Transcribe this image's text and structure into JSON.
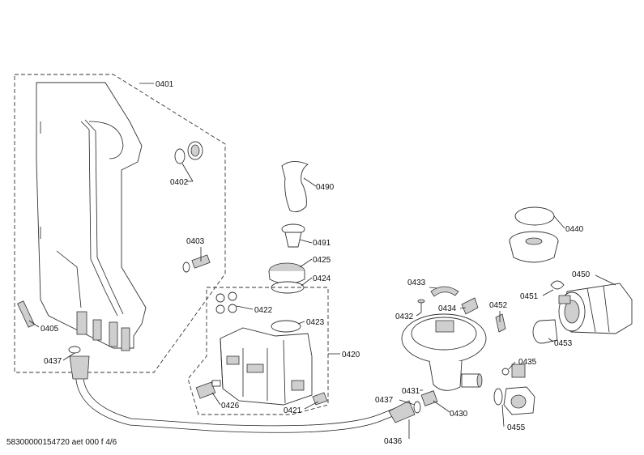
{
  "labels": {
    "p0401": "0401",
    "p0402": "0402",
    "p0403": "0403",
    "p0405": "0405",
    "p0437a": "0437",
    "p0490": "0490",
    "p0491": "0491",
    "p0425": "0425",
    "p0424": "0424",
    "p0422": "0422",
    "p0423": "0423",
    "p0420": "0420",
    "p0426": "0426",
    "p0421": "0421",
    "p0433": "0433",
    "p0432": "0432",
    "p0434": "0434",
    "p0452": "0452",
    "p0440": "0440",
    "p0450": "0450",
    "p0451": "0451",
    "p0453": "0453",
    "p0435": "0435",
    "p0431": "0431",
    "p0437b": "0437",
    "p0430": "0430",
    "p0436": "0436",
    "p0455": "0455"
  },
  "footer": "58300000154720 aet 000 f 4/6"
}
